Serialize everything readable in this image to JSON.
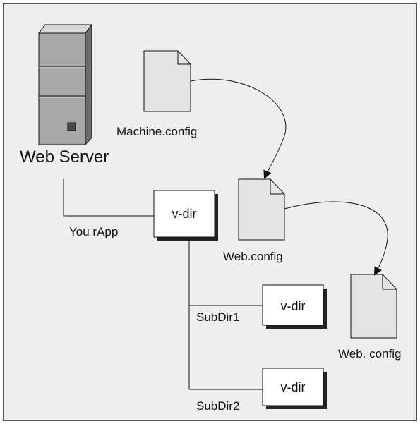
{
  "server": {
    "label": "Web Server",
    "icon": "server-tower-icon"
  },
  "app_label": "You rApp",
  "vdirs": {
    "main": "v-dir",
    "sub1": "v-dir",
    "sub2": "v-dir"
  },
  "subdirs": {
    "sub1": "SubDir1",
    "sub2": "SubDir2"
  },
  "config_files": {
    "machine": "Machine.config",
    "web_app": "Web.config",
    "web_sub": "Web. config"
  },
  "colors": {
    "background": "#eeeeee",
    "file_fill": "#e4e4e4",
    "vdir_fill": "#ffffff",
    "server_body": "#a9a9a9",
    "outline": "#111111"
  }
}
